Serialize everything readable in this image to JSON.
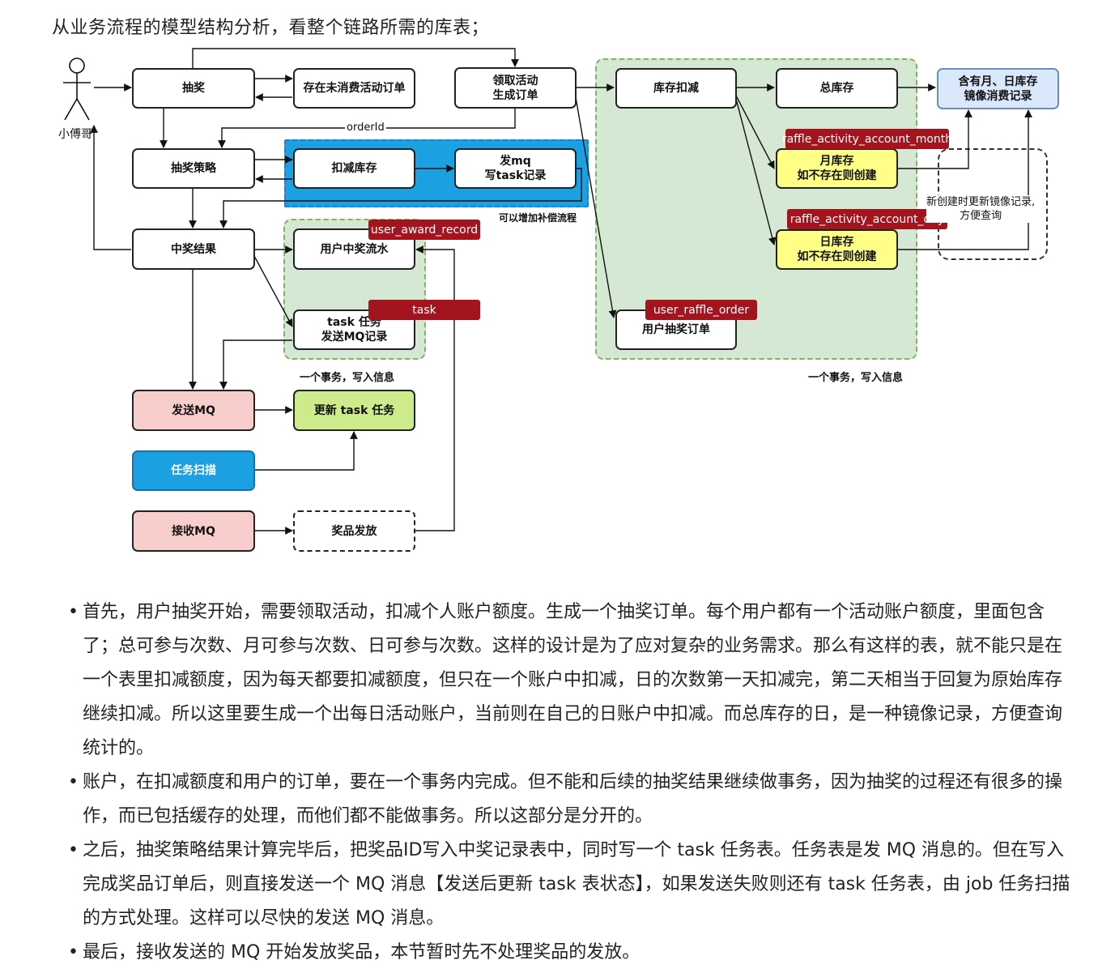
{
  "heading": "从业务流程的模型结构分析，看整个链路所需的库表；",
  "actor": {
    "label": "小傅哥"
  },
  "nodes": {
    "lottery": "抽奖",
    "unconsumed": "存在未消费活动订单",
    "take_activity": "领取活动\n生成订单",
    "strategy": "抽奖策略",
    "deduct_stock": "扣减库存",
    "send_mq_task": "发mq\n写task记录",
    "award_result": "中奖结果",
    "user_award_flow": "用户中奖流水",
    "task_mq": "task 任务\n发送MQ记录",
    "send_mq": "发送MQ",
    "update_task": "更新 task 任务",
    "task_scan": "任务扫描",
    "receive_mq": "接收MQ",
    "award_issue": "奖品发放",
    "stock_deduct": "库存扣减",
    "total_stock": "总库存",
    "mirror": "含有月、日库存\n镜像消费记录",
    "month_stock": "月库存\n如不存在则创建",
    "day_stock": "日库存\n如不存在则创建",
    "user_order": "用户抽奖订单"
  },
  "tags": {
    "user_award_record": "user_award_record",
    "task": "task",
    "user_raffle_order": "user_raffle_order",
    "account_month": "raffle_activity_account_month",
    "account_day": "raffle_activity_account_day"
  },
  "labels": {
    "order_id": "orderId",
    "compensate": "可以增加补偿流程",
    "tx_left": "一个事务，写入信息",
    "tx_right": "一个事务，写入信息",
    "mirror_note": "新创建时更新镜像记录,\n方便查询"
  },
  "colors": {
    "green_region": "#d5e8d4",
    "blue_region": "#1ba1e2",
    "red_tag": "#a3141f",
    "pink": "#f8cecc",
    "light_green": "#cdeb8b",
    "yellow": "#ffff88",
    "light_blue": "#dae8fc",
    "task_blue": "#1ba1e2"
  },
  "bullets": [
    "首先，用户抽奖开始，需要领取活动，扣减个人账户额度。生成一个抽奖订单。每个用户都有一个活动账户额度，里面包含了；总可参与次数、月可参与次数、日可参与次数。这样的设计是为了应对复杂的业务需求。那么有这样的表，就不能只是在一个表里扣减额度，因为每天都要扣减额度，但只在一个账户中扣减，日的次数第一天扣减完，第二天相当于回复为原始库存继续扣减。所以这里要生成一个出每日活动账户，当前则在自己的日账户中扣减。而总库存的日，是一种镜像记录，方便查询统计的。",
    "账户，在扣减额度和用户的订单，要在一个事务内完成。但不能和后续的抽奖结果继续做事务，因为抽奖的过程还有很多的操作，而已包括缓存的处理，而他们都不能做事务。所以这部分是分开的。",
    "之后，抽奖策略结果计算完毕后，把奖品ID写入中奖记录表中，同时写一个 task 任务表。任务表是发 MQ 消息的。但在写入完成奖品订单后，则直接发送一个 MQ 消息【发送后更新 task 表状态】，如果发送失败则还有 task 任务表，由 job 任务扫描的方式处理。这样可以尽快的发送 MQ 消息。",
    "最后，接收发送的 MQ 开始发放奖品，本节暂时先不处理奖品的发放。"
  ]
}
